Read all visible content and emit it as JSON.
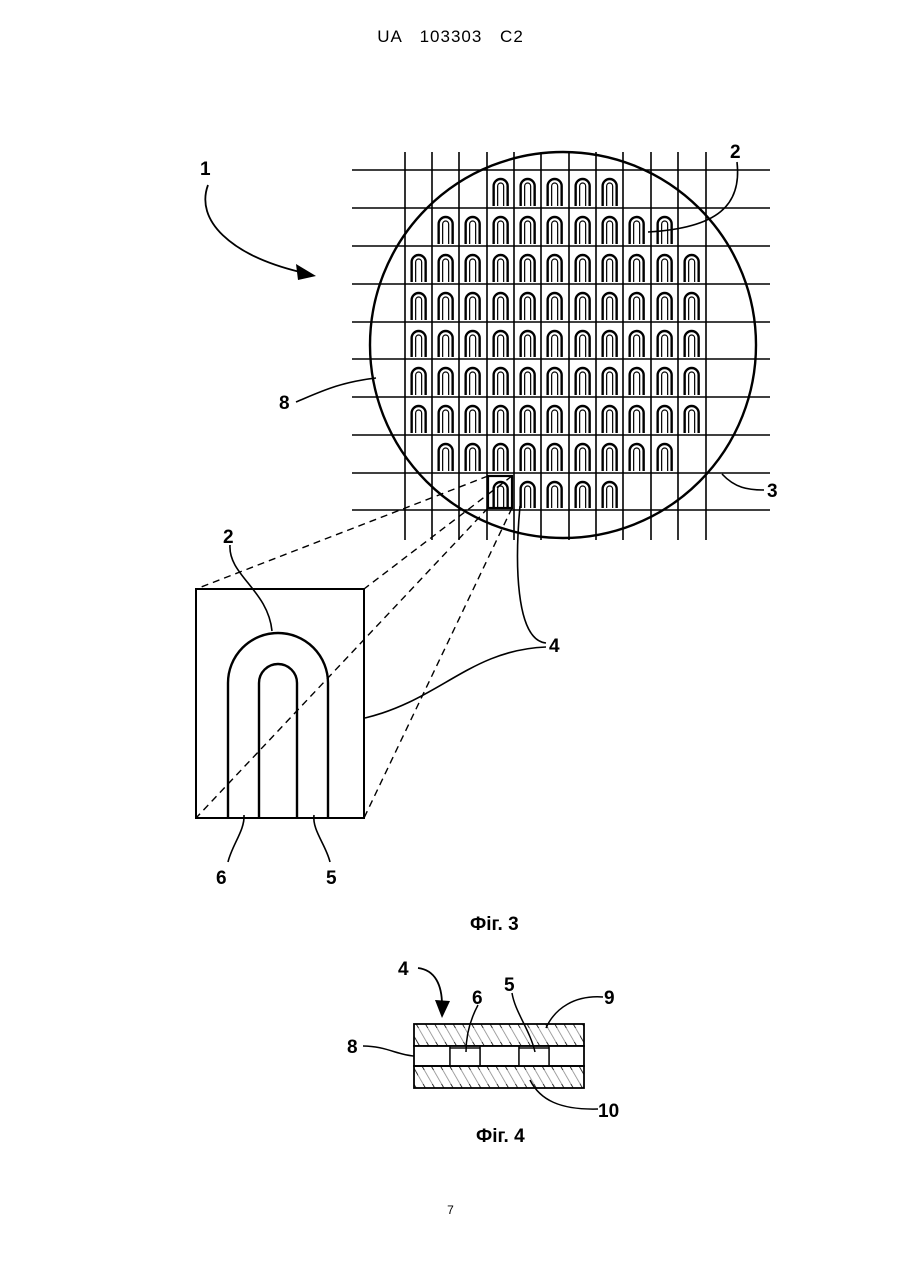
{
  "header": {
    "document_id": "UA   103303   C2"
  },
  "figure3": {
    "caption": "Фіг. 3",
    "labels": {
      "device": "1",
      "die_pattern": "2",
      "die_pattern_zoom": "2",
      "grid": "3",
      "die": "4",
      "wafer": "8",
      "inner_line": "6",
      "outer_line": "5"
    }
  },
  "figure4": {
    "caption": "Фіг. 4",
    "labels": {
      "die": "4",
      "inner_line": "6",
      "outer_line": "5",
      "top_layer": "9",
      "wafer": "8",
      "bottom_layer": "10"
    }
  },
  "footer": {
    "page_number": "7"
  }
}
